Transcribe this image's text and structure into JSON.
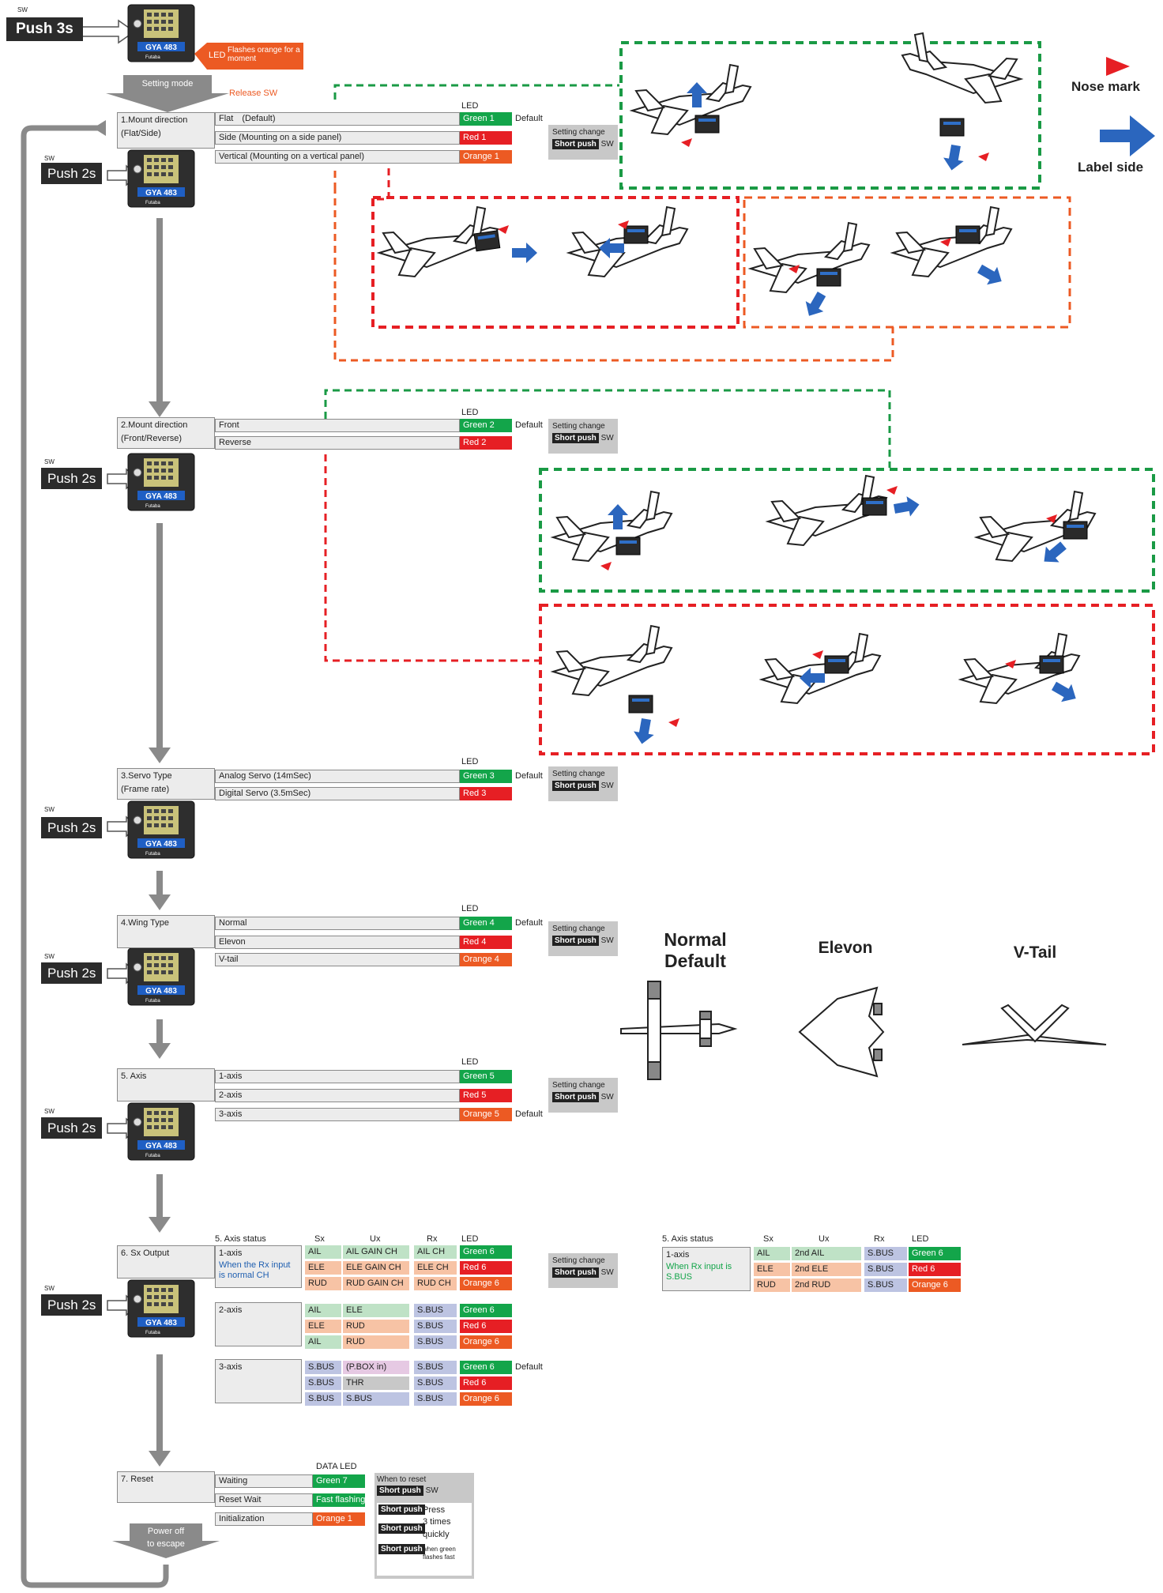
{
  "start": {
    "sw_tag": "SW",
    "push_label": "Push 3s",
    "led_tag": "LED",
    "led_note": "Flashes orange for a moment",
    "setting_mode": "Setting mode",
    "release_sw": "Release SW"
  },
  "device": {
    "model": "GYA 483",
    "brand": "Futaba"
  },
  "common": {
    "led_header": "LED",
    "default": "Default",
    "setting_change": "Setting change",
    "short_push": "Short push",
    "sw": "SW",
    "push2s": "Push 2s"
  },
  "step1": {
    "title": "1.Mount direction",
    "subtitle": "(Flat/Side)",
    "options": [
      {
        "label": "Flat　(Default)",
        "led": "Green 1"
      },
      {
        "label": "Side (Mounting on a  side panel)",
        "led": "Red 1"
      },
      {
        "label": "Vertical (Mounting on a vertical panel)",
        "led": "Orange 1"
      }
    ]
  },
  "legend": {
    "nose_mark": "Nose mark",
    "label_side": "Label side"
  },
  "step2": {
    "title": "2.Mount direction",
    "subtitle": "(Front/Reverse)",
    "options": [
      {
        "label": "Front",
        "led": "Green 2"
      },
      {
        "label": "Reverse",
        "led": "Red 2"
      }
    ]
  },
  "step3": {
    "title": "3.Servo Type",
    "subtitle": "(Frame rate)",
    "options": [
      {
        "label": "Analog Servo (14mSec)",
        "led": "Green 3"
      },
      {
        "label": "Digital Servo (3.5mSec)",
        "led": "Red 3"
      }
    ]
  },
  "step4": {
    "title": "4.Wing Type",
    "options": [
      {
        "label": "Normal",
        "led": "Green 4"
      },
      {
        "label": "Elevon",
        "led": "Red 4"
      },
      {
        "label": "V-tail",
        "led": "Orange 4"
      }
    ],
    "wing_labels": {
      "normal": "Normal",
      "normal_default": "Default",
      "elevon": "Elevon",
      "vtail": "V-Tail"
    }
  },
  "step5": {
    "title": "5. Axis",
    "options": [
      {
        "label": "1-axis",
        "led": "Green 5"
      },
      {
        "label": "2-axis",
        "led": "Red 5"
      },
      {
        "label": "3-axis",
        "led": "Orange 5"
      }
    ]
  },
  "step6": {
    "title": "6. Sx Output",
    "headers": {
      "axis_status": "5. Axis status",
      "sx": "Sx",
      "ux": "Ux",
      "rx": "Rx",
      "led": "LED"
    },
    "groups": [
      {
        "axis": "1-axis",
        "note": "When the Rx input is normal CH",
        "rows": [
          [
            "AIL",
            "AIL GAIN CH",
            "AIL CH",
            "Green 6"
          ],
          [
            "ELE",
            "ELE GAIN CH",
            "ELE CH",
            "Red 6"
          ],
          [
            "RUD",
            "RUD GAIN CH",
            "RUD CH",
            "Orange 6"
          ]
        ]
      },
      {
        "axis": "2-axis",
        "note": "",
        "rows": [
          [
            "AIL",
            "ELE",
            "S.BUS",
            "Green 6"
          ],
          [
            "ELE",
            "RUD",
            "S.BUS",
            "Red 6"
          ],
          [
            "AIL",
            "RUD",
            "S.BUS",
            "Orange 6"
          ]
        ]
      },
      {
        "axis": "3-axis",
        "note": "",
        "rows": [
          [
            "S.BUS",
            "(P.BOX in)",
            "S.BUS",
            "Green 6"
          ],
          [
            "S.BUS",
            "THR",
            "S.BUS",
            "Red 6"
          ],
          [
            "S.BUS",
            "S.BUS",
            "S.BUS",
            "Orange 6"
          ]
        ]
      }
    ],
    "alt": {
      "axis": "1-axis",
      "note": "When Rx input is S.BUS",
      "rows": [
        [
          "AIL",
          "2nd AIL",
          "S.BUS",
          "Green 6"
        ],
        [
          "ELE",
          "2nd ELE",
          "S.BUS",
          "Red 6"
        ],
        [
          "RUD",
          "2nd RUD",
          "S.BUS",
          "Orange 6"
        ]
      ]
    }
  },
  "step7": {
    "title": "7. Reset",
    "data_led": "DATA  LED",
    "options": [
      {
        "label": "Waiting",
        "led": "Green 7"
      },
      {
        "label": "Reset Wait",
        "led": "Fast flashing"
      },
      {
        "label": "Initialization",
        "led": "Orange 1"
      }
    ],
    "when_to_reset": "When to reset",
    "press": "Press",
    "times": "3 times",
    "quickly": "quickly",
    "when_green": "when green",
    "flashes_fast": "flashes fast",
    "power_off": "Power off",
    "to_escape": "to escape"
  }
}
